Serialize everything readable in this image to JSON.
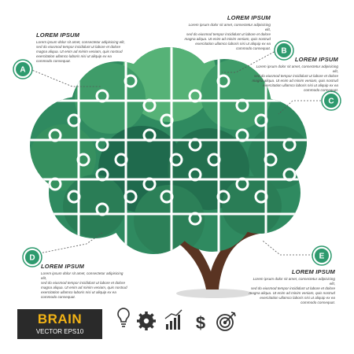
{
  "brand": {
    "title": "BRAIN",
    "subtitle": "VECTOR EPS10",
    "title_color": "#f2b316",
    "box_color": "#2a2a2a"
  },
  "colors": {
    "badge": "#2e9a6e",
    "tree_dark": "#256b52",
    "tree_mid": "#2e8a5e",
    "tree_light": "#4fae74",
    "trunk": "#5a3422",
    "line": "#555555"
  },
  "blocks": [
    {
      "letter": "A",
      "title": "LOREM IPSUM",
      "lines": [
        "Lorem ipsum dolor sit amet, consectetur adipisicing elit,",
        "sed do eiusmod tempor incididunt ut labore et dolore",
        "magna aliqua. Ut enim ad minim veniam, quis nostrud",
        "exercitation ullamco laboris nisi ut aliquip ex ea",
        "commodo consequat."
      ]
    },
    {
      "letter": "B",
      "title": "LOREM IPSUM",
      "lines": [
        "Lorem ipsum dolor sit amet, consectetur adipisicing elit,",
        "sed do eiusmod tempor incididunt ut labore et dolore",
        "magna aliqua. Ut enim ad minim veniam, quis nostrud",
        "exercitation ullamco laboris nisi ut aliquip ex ea",
        "commodo consequat."
      ]
    },
    {
      "letter": "C",
      "title": "LOREM IPSUM",
      "lines": [
        "Lorem ipsum dolor sit amet, consectetur adipisicing elit,",
        "sed do eiusmod tempor incididunt ut labore et dolore",
        "magna aliqua. Ut enim ad minim veniam, quis nostrud",
        "exercitation ullamco laboris nisi ut aliquip ex ea",
        "commodo consequat."
      ]
    },
    {
      "letter": "D",
      "title": "LOREM IPSUM",
      "lines": [
        "Lorem ipsum dolor sit amet, consectetur adipisicing elit,",
        "sed do eiusmod tempor incididunt ut labore et dolore",
        "magna aliqua. Ut enim ad minim veniam, quis nostrud",
        "exercitation ullamco laboris nisi ut aliquip ex ea",
        "commodo consequat."
      ]
    },
    {
      "letter": "E",
      "title": "LOREM IPSUM",
      "lines": [
        "Lorem ipsum dolor sit amet, consectetur adipisicing elit,",
        "sed do eiusmod tempor incididunt ut labore et dolore",
        "magna aliqua. Ut enim ad minim veniam, quis nostrud",
        "exercitation ullamco laboris nisi ut aliquip ex ea",
        "commodo consequat."
      ]
    }
  ],
  "icons": [
    "light-bulb-icon",
    "gear-icon",
    "bar-chart-icon",
    "dollar-icon",
    "target-icon"
  ]
}
